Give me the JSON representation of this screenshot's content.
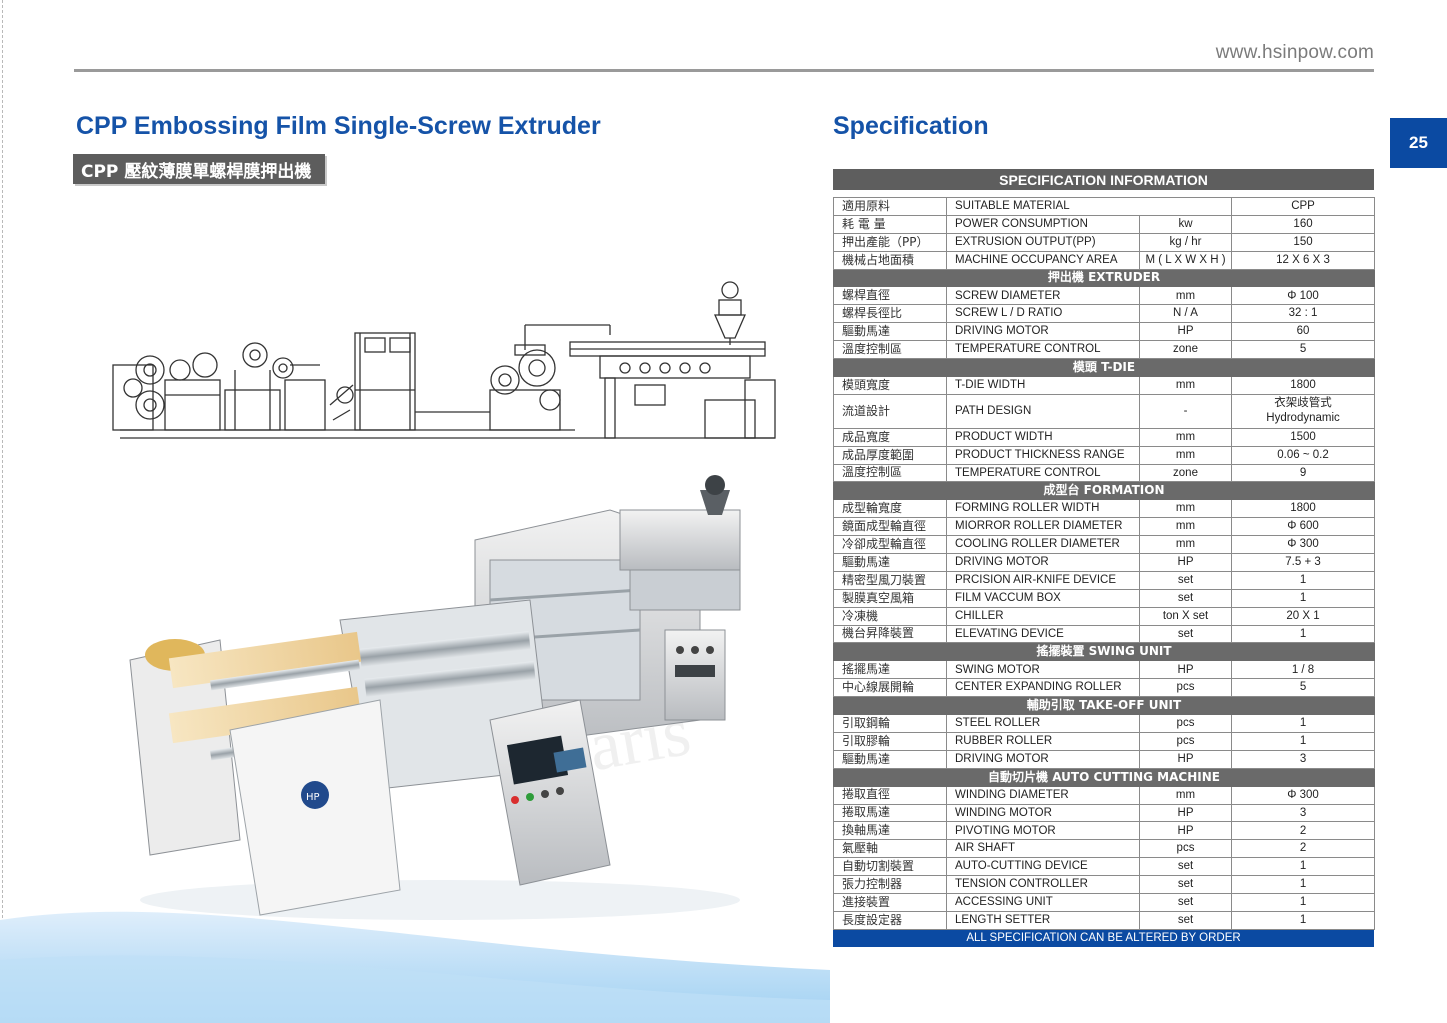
{
  "header": {
    "url": "www.hsinpow.com",
    "page_number": "25"
  },
  "product": {
    "title": "CPP Embossing Film Single-Screw Extruder",
    "subtitle": "CPP 壓紋薄膜單螺桿膜押出機"
  },
  "spec": {
    "title": "Specification",
    "table_header": "SPECIFICATION INFORMATION",
    "footer": "ALL SPECIFICATION CAN BE ALTERED BY ORDER",
    "rows": [
      {
        "zh": "適用原料",
        "en": "SUITABLE  MATERIAL",
        "value": "CPP"
      },
      {
        "zh": "耗  電  量",
        "en": "POWER  CONSUMPTION",
        "unit": "kw",
        "value": "160"
      },
      {
        "zh": "押出產能（PP）",
        "en": "EXTRUSION  OUTPUT(PP)",
        "unit": "kg / hr",
        "value": "150"
      },
      {
        "zh": "機械占地面積",
        "en": "MACHINE  OCCUPANCY  AREA",
        "unit": "M ( L X W X H )",
        "value": "12 X 6 X 3"
      },
      {
        "section": "押出機 EXTRUDER"
      },
      {
        "zh": "螺桿直徑",
        "en": "SCREW  DIAMETER",
        "unit": "mm",
        "value": "Φ 100"
      },
      {
        "zh": "螺桿長徑比",
        "en": "SCREW L / D  RATIO",
        "unit": "N / A",
        "value": "32 : 1"
      },
      {
        "zh": "驅動馬達",
        "en": "DRIVING  MOTOR",
        "unit": "HP",
        "value": "60"
      },
      {
        "zh": "溫度控制區",
        "en": "TEMPERATURE  CONTROL",
        "unit": "zone",
        "value": "5"
      },
      {
        "section": "模頭 T-DIE"
      },
      {
        "zh": "模頭寬度",
        "en": "T-DIE  WIDTH",
        "unit": "mm",
        "value": "1800"
      },
      {
        "zh": "流道設計",
        "en": "PATH  DESIGN",
        "unit": "-",
        "value": "衣架歧管式",
        "value2": "Hydrodynamic",
        "tall": true
      },
      {
        "zh": "成品寬度",
        "en": "PRODUCT  WIDTH",
        "unit": "mm",
        "value": "1500"
      },
      {
        "zh": "成品厚度範圍",
        "en": "PRODUCT  THICKNESS  RANGE",
        "unit": "mm",
        "value": "0.06 ~ 0.2"
      },
      {
        "zh": "溫度控制區",
        "en": "TEMPERATURE  CONTROL",
        "unit": "zone",
        "value": "9"
      },
      {
        "section": "成型台 FORMATION"
      },
      {
        "zh": "成型輪寬度",
        "en": "FORMING   ROLLER  WIDTH",
        "unit": "mm",
        "value": "1800"
      },
      {
        "zh": "鏡面成型輪直徑",
        "en": "MIORROR  ROLLER  DIAMETER",
        "unit": "mm",
        "value": "Φ 600"
      },
      {
        "zh": "冷卻成型輪直徑",
        "en": "COOLING  ROLLER  DIAMETER",
        "unit": "mm",
        "value": "Φ 300"
      },
      {
        "zh": "驅動馬達",
        "en": "DRIVING  MOTOR",
        "unit": "HP",
        "value": "7.5 + 3"
      },
      {
        "zh": "精密型風刀裝置",
        "en": "PRCISION  AIR-KNIFE  DEVICE",
        "unit": "set",
        "value": "1"
      },
      {
        "zh": "製膜真空風箱",
        "en": "FILM  VACCUM  BOX",
        "unit": "set",
        "value": "1"
      },
      {
        "zh": "冷凍機",
        "en": "CHILLER",
        "unit": "ton X set",
        "value": "20 X 1"
      },
      {
        "zh": "機台昇降裝置",
        "en": "ELEVATING  DEVICE",
        "unit": "set",
        "value": "1"
      },
      {
        "section": "搖擺裝置 SWING UNIT"
      },
      {
        "zh": "搖擺馬達",
        "en": "SWING  MOTOR",
        "unit": "HP",
        "value": "1 / 8"
      },
      {
        "zh": "中心線展開輪",
        "en": "CENTER  EXPANDING  ROLLER",
        "unit": "pcs",
        "value": "5"
      },
      {
        "section": "輔助引取 TAKE-OFF UNIT"
      },
      {
        "zh": "引取鋼輪",
        "en": "STEEL  ROLLER",
        "unit": "pcs",
        "value": "1"
      },
      {
        "zh": "引取膠輪",
        "en": "RUBBER  ROLLER",
        "unit": "pcs",
        "value": "1"
      },
      {
        "zh": "驅動馬達",
        "en": "DRIVING  MOTOR",
        "unit": "HP",
        "value": "3"
      },
      {
        "section": "自動切片機 AUTO CUTTING MACHINE"
      },
      {
        "zh": "捲取直徑",
        "en": "WINDING  DIAMETER",
        "unit": "mm",
        "value": "Φ 300"
      },
      {
        "zh": "捲取馬達",
        "en": "WINDING  MOTOR",
        "unit": "HP",
        "value": "3"
      },
      {
        "zh": "換軸馬達",
        "en": "PIVOTING  MOTOR",
        "unit": "HP",
        "value": "2"
      },
      {
        "zh": "氣壓軸",
        "en": "AIR  SHAFT",
        "unit": "pcs",
        "value": "2"
      },
      {
        "zh": "自動切割裝置",
        "en": "AUTO-CUTTING  DEVICE",
        "unit": "set",
        "value": "1"
      },
      {
        "zh": "張力控制器",
        "en": "TENSION  CONTROLLER",
        "unit": "set",
        "value": "1"
      },
      {
        "zh": "進接裝置",
        "en": "ACCESSING  UNIT",
        "unit": "set",
        "value": "1"
      },
      {
        "zh": "長度設定器",
        "en": "LENGTH  SETTER",
        "unit": "set",
        "value": "1"
      }
    ]
  },
  "colors": {
    "brand_blue": "#1553a8",
    "badge_blue": "#0b4aa2",
    "section_gray": "#6a6a6a"
  }
}
